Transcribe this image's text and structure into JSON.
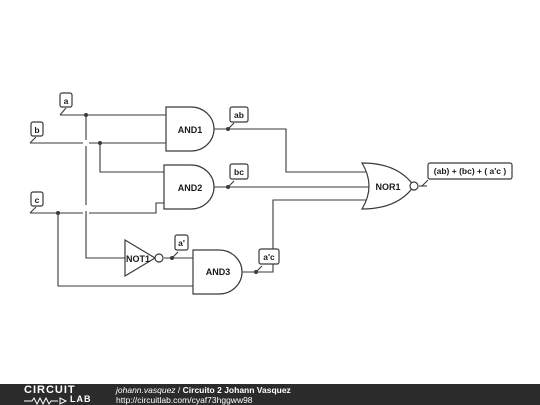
{
  "circuit": {
    "gates": {
      "and1": "AND1",
      "and2": "AND2",
      "and3": "AND3",
      "not1": "NOT1",
      "nor1": "NOR1"
    },
    "inputs": {
      "a": "a",
      "b": "b",
      "c": "c"
    },
    "probes": {
      "ab": "ab",
      "bc": "bc",
      "a_not": "a'",
      "a_not_c": "a'c",
      "output": "(ab) + (bc) + ( a'c )"
    }
  },
  "footer": {
    "logo_top": "CIRCUIT",
    "logo_bottom": "LAB",
    "author": "johann.vasquez",
    "separator": " / ",
    "title": "Circuito 2 Johann Vasquez",
    "url": "http://circuitlab.com/cyaf73hggww98"
  }
}
